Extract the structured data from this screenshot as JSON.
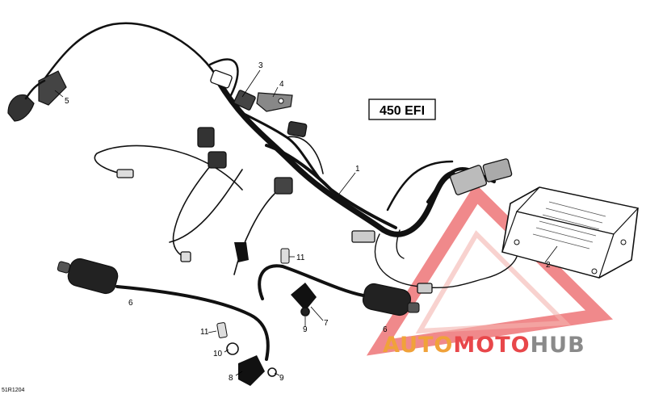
{
  "diagram": {
    "model_label": "450 EFI",
    "drawing_code": "51R1204",
    "callouts": [
      {
        "id": "c1",
        "text": "1"
      },
      {
        "id": "c2",
        "text": "2"
      },
      {
        "id": "c3",
        "text": "3"
      },
      {
        "id": "c4",
        "text": "4"
      },
      {
        "id": "c5",
        "text": "5"
      },
      {
        "id": "c6a",
        "text": "6"
      },
      {
        "id": "c6b",
        "text": "6"
      },
      {
        "id": "c7",
        "text": "7"
      },
      {
        "id": "c8",
        "text": "8"
      },
      {
        "id": "c9a",
        "text": "9"
      },
      {
        "id": "c9b",
        "text": "9"
      },
      {
        "id": "c10",
        "text": "10"
      },
      {
        "id": "c11a",
        "text": "11"
      },
      {
        "id": "c11b",
        "text": "11"
      }
    ]
  },
  "watermark": {
    "part1": "AUTO",
    "part2": "MOTO",
    "part3": "HUB",
    "colors": {
      "red": "#e8474a",
      "pink": "#f2a6a0",
      "orange": "#f0a23a",
      "gray": "#8a8a8a"
    }
  }
}
